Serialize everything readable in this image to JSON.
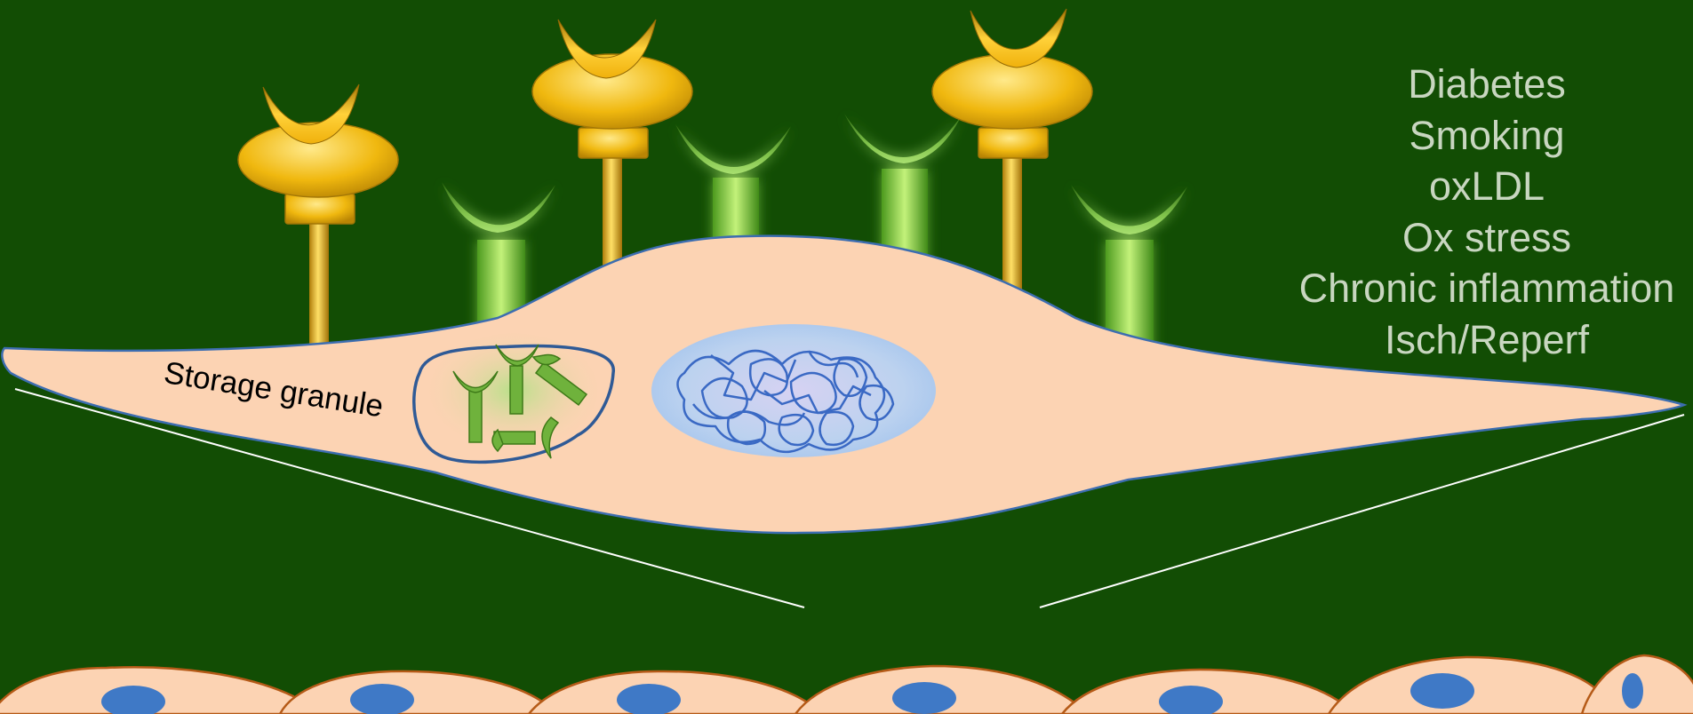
{
  "labels": {
    "storage_granule": "Storage granule"
  },
  "risk_factors": [
    "Diabetes",
    "Smoking",
    "oxLDL",
    "Ox stress",
    "Chronic inflammation",
    "Isch/Reperf"
  ],
  "colors": {
    "background": "#124d04",
    "cell_fill": "#fcd3b3",
    "cell_outline": "#3c6db0",
    "nucleus_dna": "#3a69c4",
    "gold_receptor": "#f2be1a",
    "green_receptor": "#7fd04a",
    "risk_text": "#c8d6c0",
    "endothelium_outline": "#b55a17",
    "endothelium_nucleus": "#3f79c6"
  },
  "icons": {
    "gold_receptor": "gold-receptor-icon",
    "green_receptor": "green-receptor-icon",
    "dna": "dna-tangle-icon"
  }
}
